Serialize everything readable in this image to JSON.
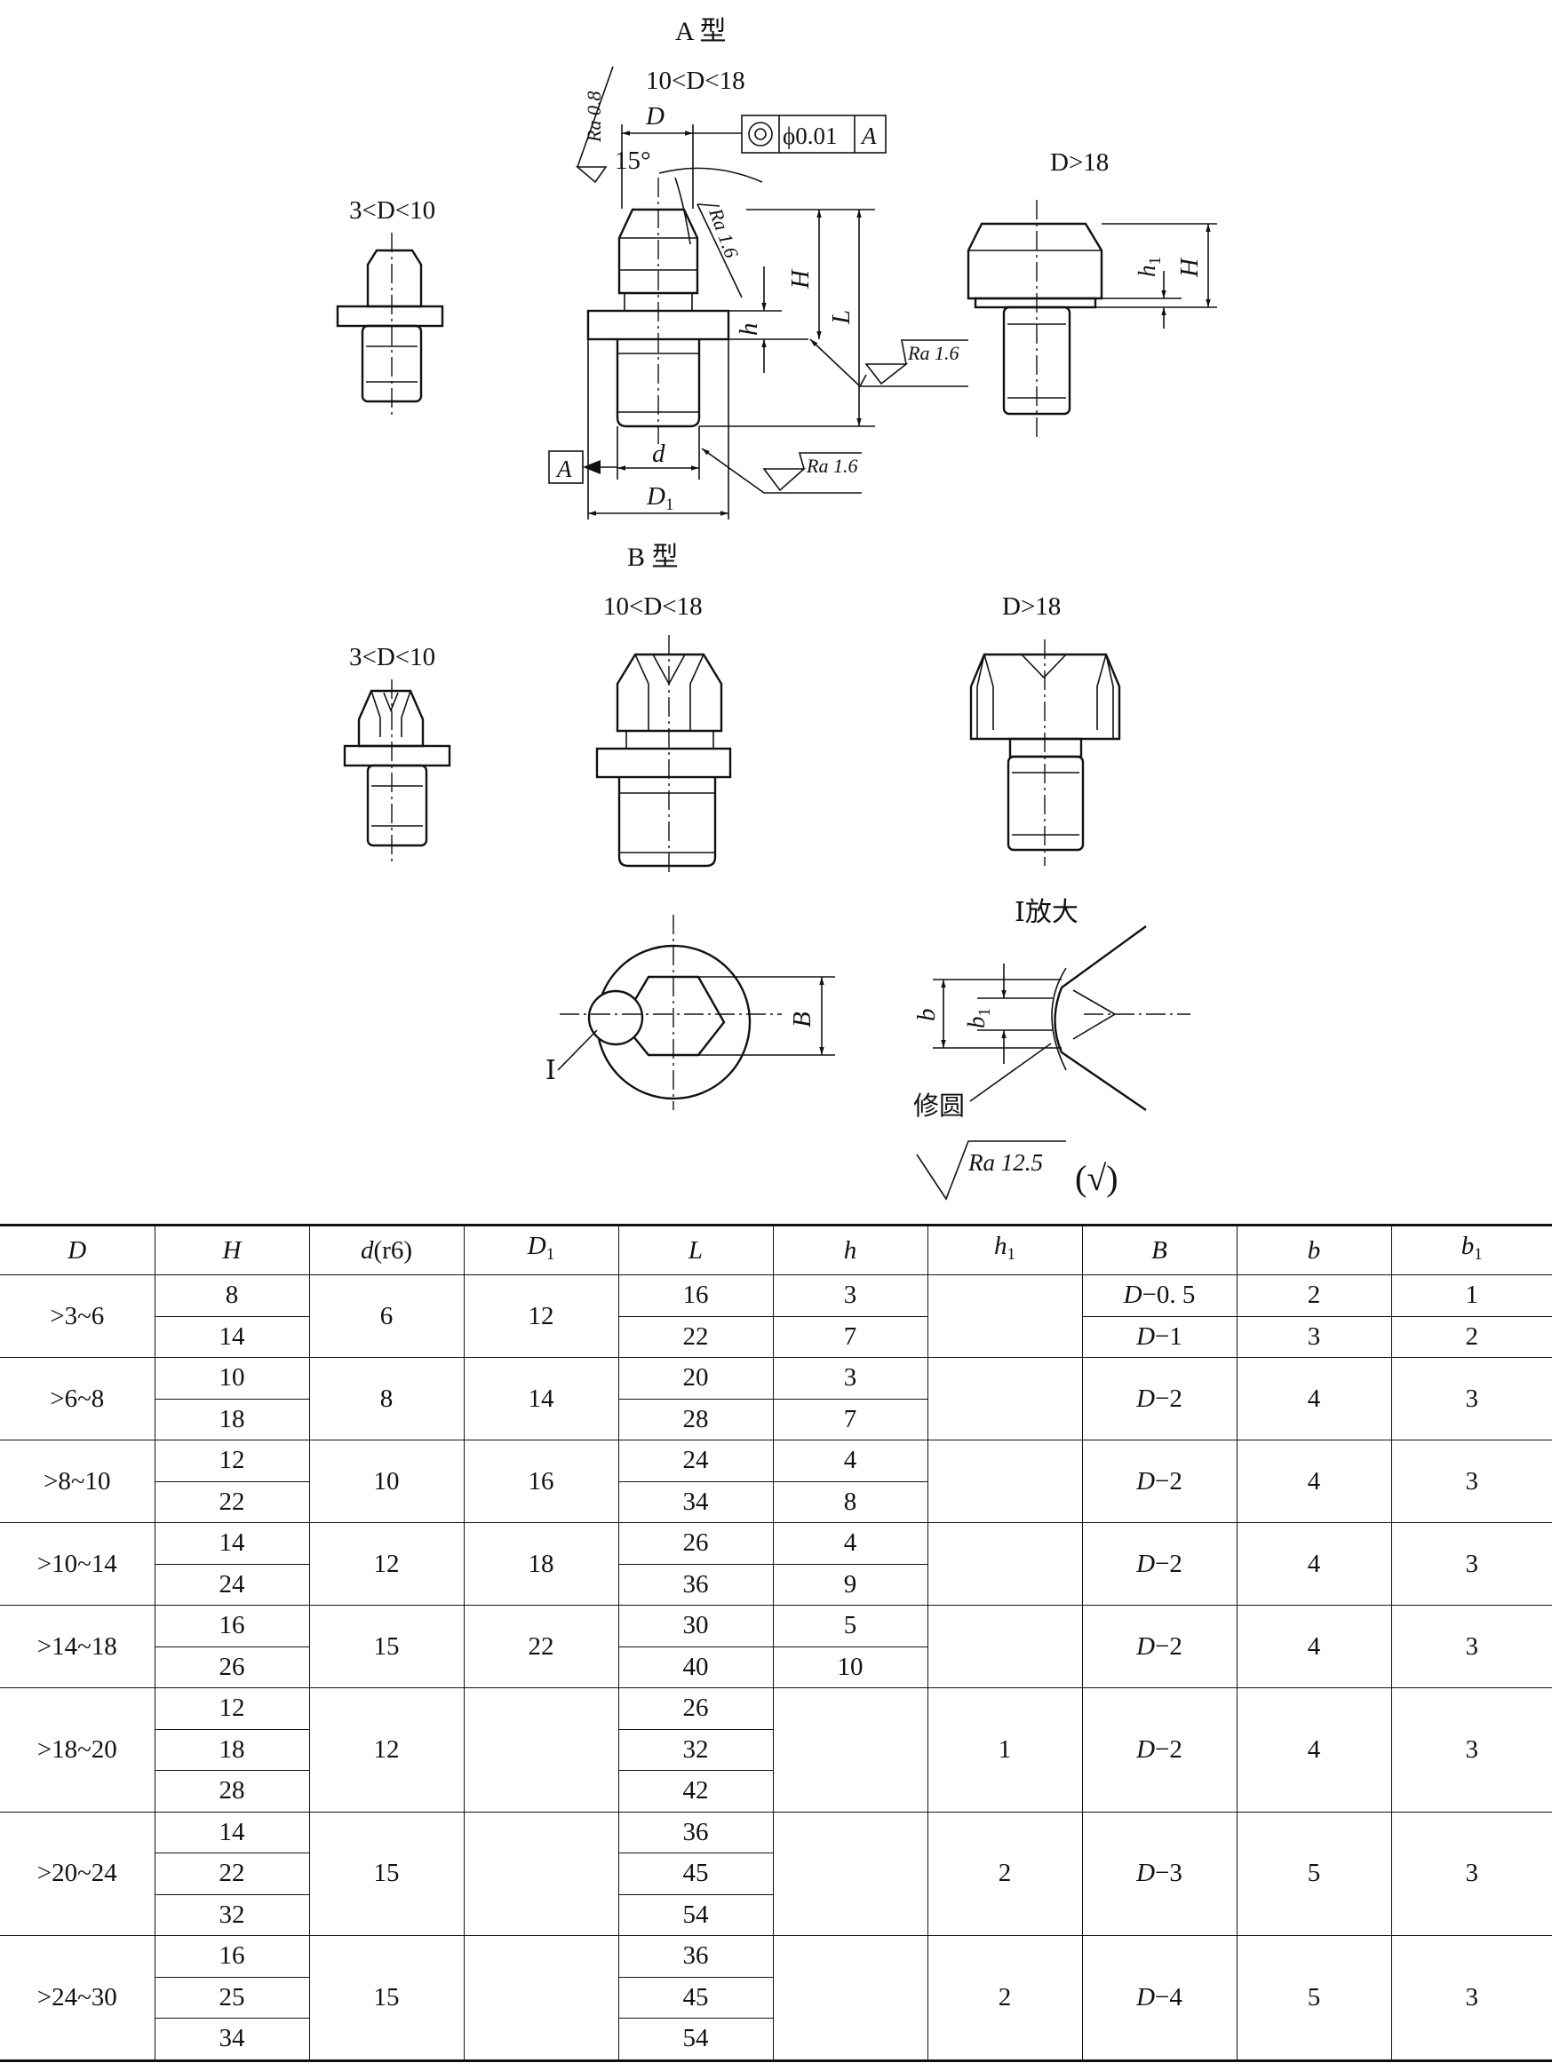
{
  "drawing": {
    "type_a_title": "A 型",
    "type_b_title": "B 型",
    "range_small": "3<D<10",
    "range_mid": "10<D<18",
    "range_large": "D>18",
    "dim_D": "D",
    "dim_d": "d",
    "dim_D1": "D1",
    "dim_H": "H",
    "dim_L": "L",
    "dim_h": "h",
    "dim_h1": "h1",
    "dim_B": "B",
    "dim_b": "b",
    "dim_b1": "b1",
    "angle": "15°",
    "tolerance_value": "ϕ0.01",
    "datum_ref": "A",
    "datum_A": "A",
    "ra_08": "Ra 0.8",
    "ra_16_a": "Ra 1.6",
    "ra_16_b": "Ra 1.6",
    "ra_16_c": "Ra 1.6",
    "ra_125": "Ra 12.5",
    "ra_125_extra": "(√)",
    "detail_mark": "Ⅰ",
    "detail_title": "Ⅰ放大",
    "fillet_label": "修圆"
  },
  "table": {
    "headers": [
      "D",
      "H",
      "d(r6)",
      "D1",
      "L",
      "h",
      "h1",
      "B",
      "b",
      "b1"
    ],
    "groups": [
      {
        "D": ">3~6",
        "d": "6",
        "D1": "12",
        "h1": "",
        "rows": [
          {
            "H": "8",
            "L": "16",
            "h": "3",
            "B": "D−0. 5",
            "b": "2",
            "b1": "1"
          },
          {
            "H": "14",
            "L": "22",
            "h": "7",
            "B": "D−1",
            "b": "3",
            "b1": "2"
          }
        ]
      },
      {
        "D": ">6~8",
        "d": "8",
        "D1": "14",
        "h1": "",
        "B": "D−2",
        "b": "4",
        "b1": "3",
        "rows": [
          {
            "H": "10",
            "L": "20",
            "h": "3"
          },
          {
            "H": "18",
            "L": "28",
            "h": "7"
          }
        ]
      },
      {
        "D": ">8~10",
        "d": "10",
        "D1": "16",
        "h1": "",
        "B": "D−2",
        "b": "4",
        "b1": "3",
        "rows": [
          {
            "H": "12",
            "L": "24",
            "h": "4"
          },
          {
            "H": "22",
            "L": "34",
            "h": "8"
          }
        ]
      },
      {
        "D": ">10~14",
        "d": "12",
        "D1": "18",
        "h1": "",
        "B": "D−2",
        "b": "4",
        "b1": "3",
        "rows": [
          {
            "H": "14",
            "L": "26",
            "h": "4"
          },
          {
            "H": "24",
            "L": "36",
            "h": "9"
          }
        ]
      },
      {
        "D": ">14~18",
        "d": "15",
        "D1": "22",
        "h1": "",
        "B": "D−2",
        "b": "4",
        "b1": "3",
        "rows": [
          {
            "H": "16",
            "L": "30",
            "h": "5"
          },
          {
            "H": "26",
            "L": "40",
            "h": "10"
          }
        ]
      },
      {
        "D": ">18~20",
        "d": "12",
        "D1": "",
        "h": "",
        "h1": "1",
        "B": "D−2",
        "b": "4",
        "b1": "3",
        "rows": [
          {
            "H": "12",
            "L": "26"
          },
          {
            "H": "18",
            "L": "32"
          },
          {
            "H": "28",
            "L": "42"
          }
        ]
      },
      {
        "D": ">20~24",
        "d": "15",
        "D1": "",
        "h": "",
        "h1": "2",
        "B": "D−3",
        "b": "5",
        "b1": "3",
        "rows": [
          {
            "H": "14",
            "L": "36"
          },
          {
            "H": "22",
            "L": "45"
          },
          {
            "H": "32",
            "L": "54"
          }
        ]
      },
      {
        "D": ">24~30",
        "d": "15",
        "D1": "",
        "h": "",
        "h1": "2",
        "B": "D−4",
        "b": "5",
        "b1": "3",
        "rows": [
          {
            "H": "16",
            "L": "36"
          },
          {
            "H": "25",
            "L": "45"
          },
          {
            "H": "34",
            "L": "54"
          }
        ]
      }
    ]
  }
}
